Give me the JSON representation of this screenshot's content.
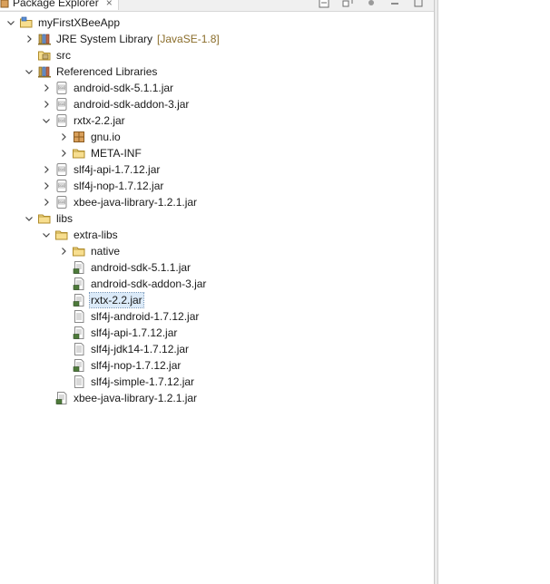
{
  "view": {
    "tab_title": "Package Explorer",
    "tab_close": "×"
  },
  "tree": {
    "project": "myFirstXBeeApp",
    "jre": {
      "label": "JRE System Library",
      "decoration": "[JavaSE-1.8]"
    },
    "src": "src",
    "ref_libs": "Referenced Libraries",
    "ref_items": [
      "android-sdk-5.1.1.jar",
      "android-sdk-addon-3.jar",
      "rxtx-2.2.jar",
      "slf4j-api-1.7.12.jar",
      "slf4j-nop-1.7.12.jar",
      "xbee-java-library-1.2.1.jar"
    ],
    "rxtx_children": [
      "gnu.io",
      "META-INF"
    ],
    "libs": "libs",
    "extra_libs": "extra-libs",
    "native": "native",
    "extra_files": [
      "android-sdk-5.1.1.jar",
      "android-sdk-addon-3.jar",
      "rxtx-2.2.jar",
      "slf4j-android-1.7.12.jar",
      "slf4j-api-1.7.12.jar",
      "slf4j-jdk14-1.7.12.jar",
      "slf4j-nop-1.7.12.jar",
      "slf4j-simple-1.7.12.jar"
    ],
    "libs_file": "xbee-java-library-1.2.1.jar"
  },
  "colors": {
    "folder": "#e7c569",
    "jar": "#8a8a8a",
    "selection": "#dbeaf8",
    "decoration": "#8a6d2a"
  }
}
